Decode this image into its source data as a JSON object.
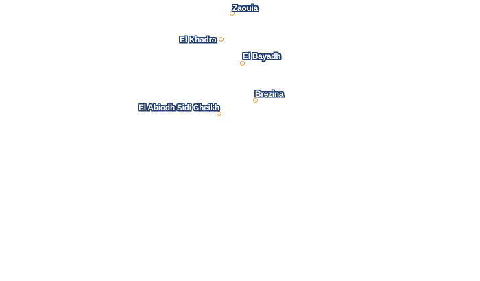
{
  "map": {
    "colors": {
      "marker": "#e8a33c",
      "label_fill": "#ffffff",
      "label_halo": "#1f3c6e"
    },
    "places": [
      {
        "name": "Zaouia"
      },
      {
        "name": "El Khadra"
      },
      {
        "name": "El Bayadh"
      },
      {
        "name": "Brezina"
      },
      {
        "name": "El Abiodh Sidi Cheikh"
      }
    ]
  }
}
